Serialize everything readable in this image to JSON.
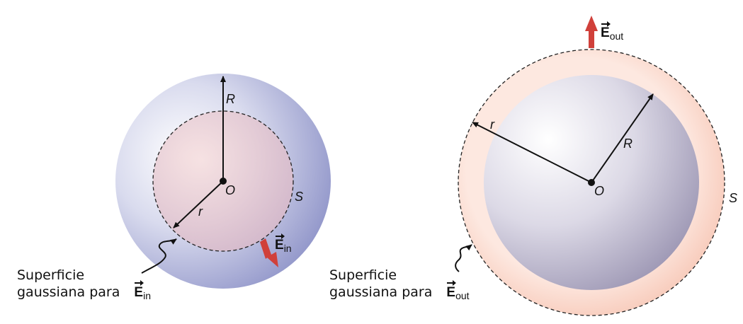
{
  "left": {
    "R": "R",
    "O": "O",
    "r": "r",
    "S": "S",
    "E_symbol": "E",
    "E_sub": "in",
    "caption_line1": "Superficie",
    "caption_line2": "gaussiana para",
    "caption_E": "E",
    "caption_E_sub": "in"
  },
  "right": {
    "R": "R",
    "O": "O",
    "r": "r",
    "S": "S",
    "E_symbol": "E",
    "E_sub": "out",
    "caption_line1": "Superficie",
    "caption_line2": "gaussiana para",
    "caption_E": "E",
    "caption_E_sub": "out"
  },
  "colors": {
    "sphere": "#9aa0d0",
    "gaussian_fill": "#f8c8b8",
    "field_arrow": "#d0403a",
    "line": "#111111"
  }
}
